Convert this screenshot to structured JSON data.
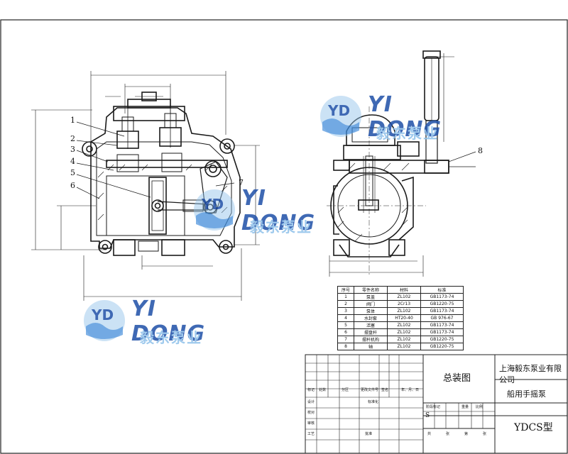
{
  "part_labels": [
    "1",
    "2",
    "3",
    "4",
    "5",
    "6",
    "7",
    "8"
  ],
  "parts_table": {
    "headers": [
      "序号",
      "零件名称",
      "材料",
      "标准"
    ],
    "rows": [
      [
        "1",
        "泵盖",
        "ZL102",
        "GB1173-74"
      ],
      [
        "2",
        "阀门",
        "2Cr13",
        "GB1220-75"
      ],
      [
        "3",
        "泵体",
        "ZL102",
        "GB1173-74"
      ],
      [
        "4",
        "水封套",
        "HT20-40",
        "GB 976-67"
      ],
      [
        "5",
        "活塞",
        "ZL102",
        "GB1173-74"
      ],
      [
        "6",
        "摆盘杆",
        "ZL102",
        "GB1173-74"
      ],
      [
        "7",
        "摆杆机构",
        "ZL102",
        "GB1220-75"
      ],
      [
        "8",
        "轴",
        "ZL102",
        "GB1220-75"
      ]
    ]
  },
  "title_block": {
    "drawing_title": "总装图",
    "company": "上海毅东泵业有限公司",
    "product": "船用手摇泵",
    "model": "YDCS型",
    "scale_letter": "S",
    "cols_row1": [
      "标记",
      "处数",
      "分区",
      "更改文件号",
      "签名",
      "年、月、日"
    ],
    "rows_left": [
      "设计",
      "校对",
      "审核",
      "工艺"
    ],
    "std_label": "标准化",
    "approve_label": "批准",
    "mid_labels": [
      "阶段标记",
      "重量",
      "比例"
    ],
    "sheet_labels": [
      "共",
      "张",
      "第",
      "张"
    ]
  },
  "watermark": {
    "logo_text": "YD",
    "brand_en": "YI DONG",
    "brand_cn": "毅东泵业"
  },
  "colors": {
    "line": "#1a1a1a",
    "watermark_blue": "#1e4fa8",
    "watermark_light": "#8fc1ea",
    "watermark_wave": "#2e7fd6"
  }
}
